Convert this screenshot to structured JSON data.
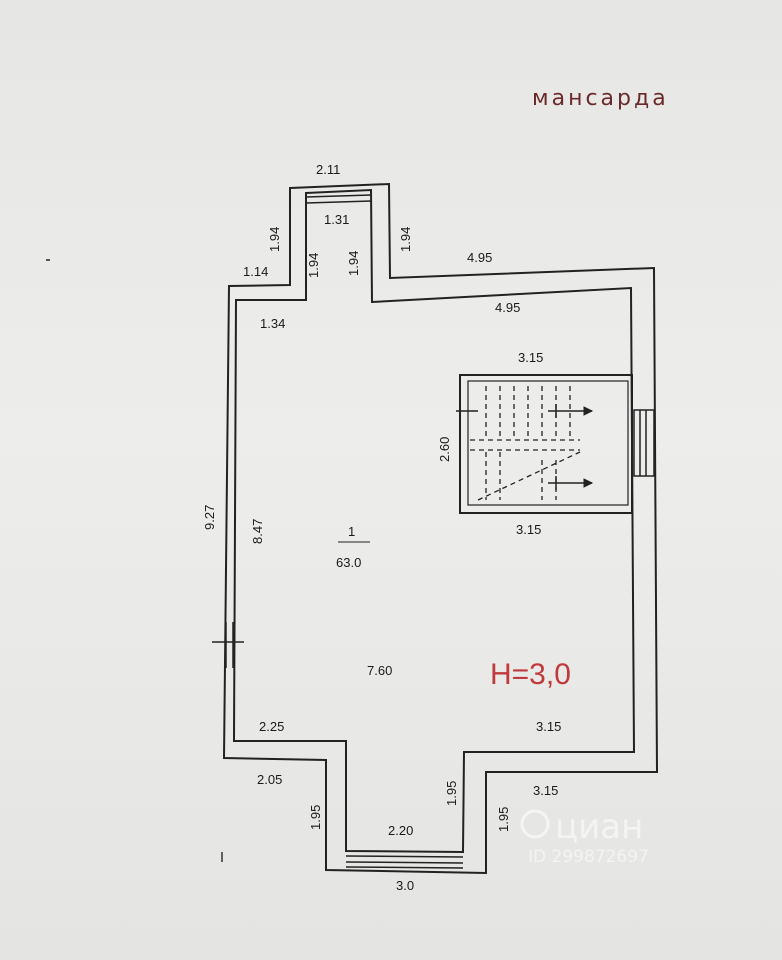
{
  "plan": {
    "floor_title": "мансарда",
    "room_number": "1",
    "room_area": "63.0",
    "ceiling_height": "H=3,0"
  },
  "dimensions": {
    "top_opening": "2.11",
    "top_window": "1.31",
    "outer_left_top": "1.94",
    "inner_left_top": "1.94",
    "inner_right_top": "1.94",
    "outer_right_top": "1.94",
    "outer_ledge_left": "1.14",
    "inner_ledge_left": "1.34",
    "outer_top_right": "4.95",
    "inner_top_right": "4.95",
    "stair_top": "3.15",
    "stair_side": "2.60",
    "stair_bottom": "3.15",
    "outer_left_height": "9.27",
    "inner_left_height": "8.47",
    "inner_width": "7.60",
    "inner_bottom_left": "2.25",
    "inner_bottom_right": "3.15",
    "outer_bottom_left": "2.05",
    "outer_bottom_right": "3.15",
    "outer_left_bottom": "1.95",
    "inner_left_bottom": "1.95",
    "outer_right_bottom": "1.95",
    "bottom_window": "2.20",
    "bottom_outer": "3.0"
  },
  "watermark": {
    "brand": "циан",
    "listing_id": "ID 299872697"
  }
}
